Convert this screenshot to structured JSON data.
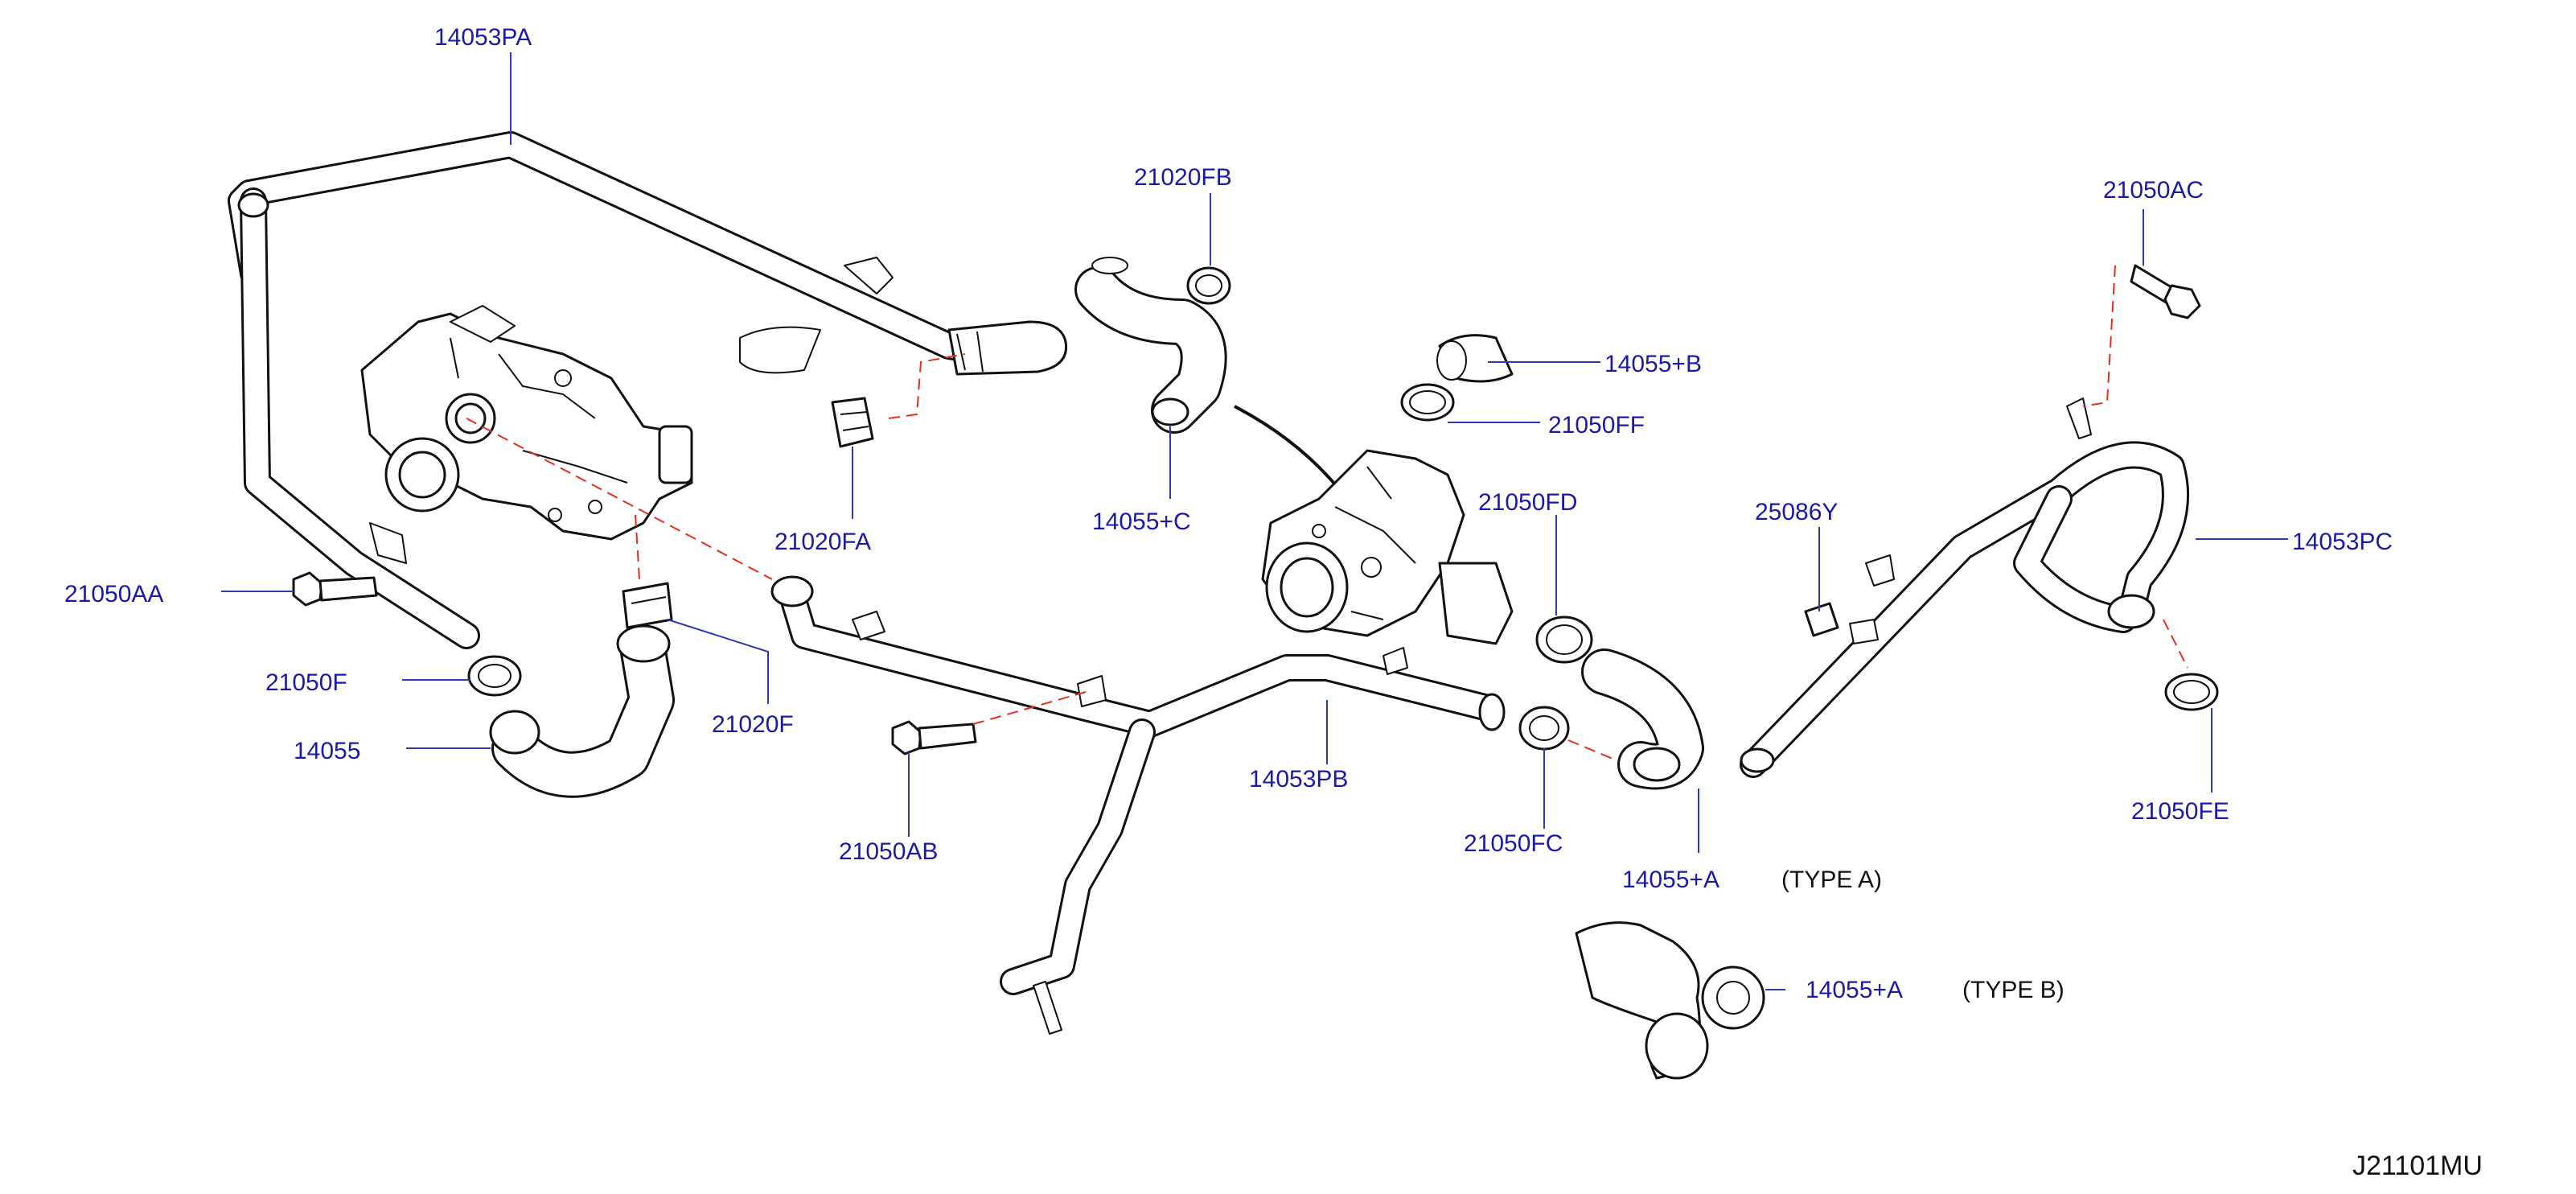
{
  "diagram_code": "J21101MU",
  "labels": {
    "14053PA": "14053PA",
    "21020FB": "21020FB",
    "21050AC": "21050AC",
    "14055B": "14055+B",
    "21050FF": "21050FF",
    "21050FD": "21050FD",
    "25086Y": "25086Y",
    "14053PC": "14053PC",
    "21020FA": "21020FA",
    "14055C": "14055+C",
    "21050AA": "21050AA",
    "21050F": "21050F",
    "14055": "14055",
    "21020F": "21020F",
    "21050AB": "21050AB",
    "14053PB": "14053PB",
    "21050FC": "21050FC",
    "14055A_1": "14055+A",
    "type_a": "(TYPE   A)",
    "21050FE": "21050FE",
    "14055A_2": "14055+A",
    "type_b": "(TYPE   B)"
  },
  "colors": {
    "label": "#1a1aa8",
    "leader": "#2b3bb0",
    "dashed_link": "#e0301e",
    "outline": "#111111"
  }
}
